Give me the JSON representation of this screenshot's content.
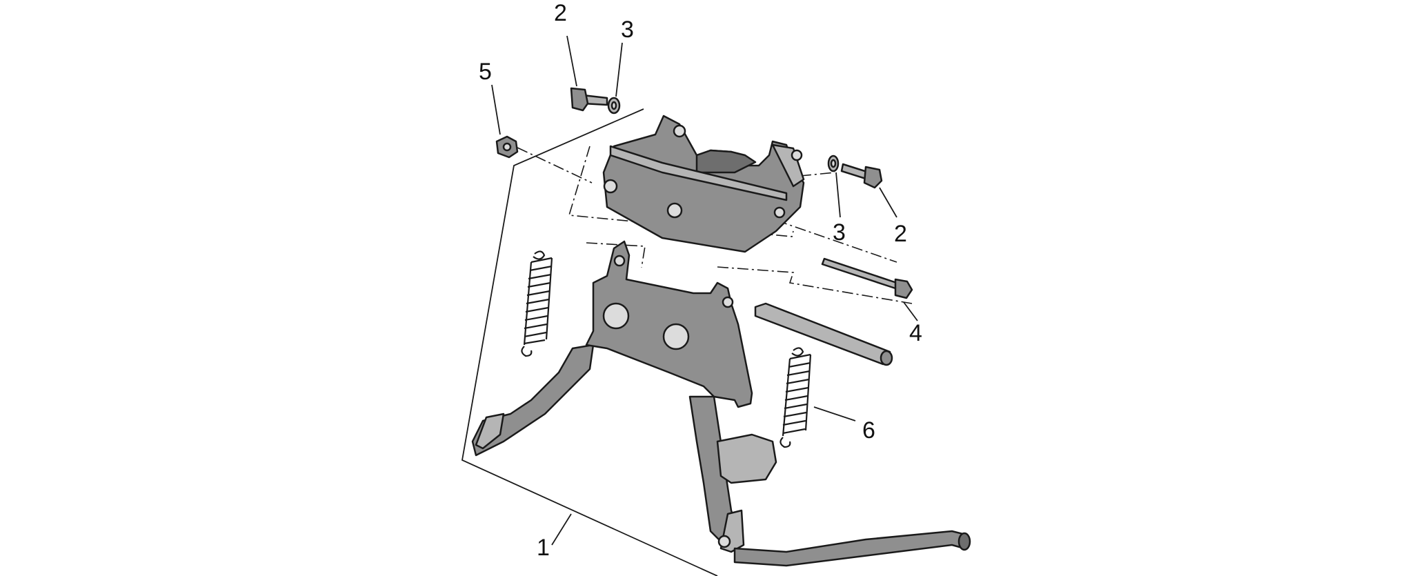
{
  "diagram": {
    "background": "#ffffff",
    "part_color": "#8f8f8f",
    "line_color": "#1a1a1a",
    "callouts": {
      "c1": "1",
      "c2a": "2",
      "c2b": "2",
      "c3a": "3",
      "c3b": "3",
      "c4": "4",
      "c5": "5",
      "c6": "6"
    }
  }
}
